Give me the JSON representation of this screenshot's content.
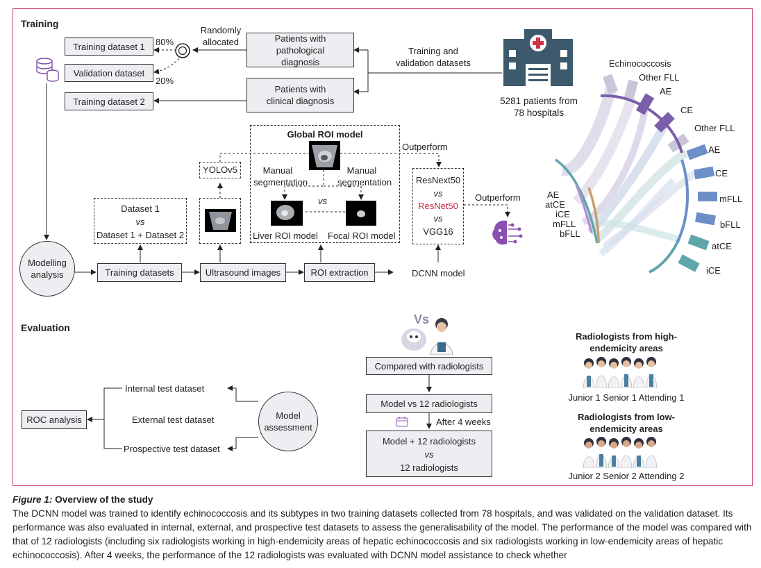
{
  "training": {
    "heading": "Training",
    "training_dataset_1": "Training dataset 1",
    "validation_dataset": "Validation dataset",
    "training_dataset_2": "Training dataset 2",
    "pct_80": "80%",
    "pct_20": "20%",
    "randomly_allocated": "Randomly allocated",
    "patients_pathological": "Patients with pathological diagnosis",
    "patients_clinical": "Patients with clinical diagnosis",
    "training_validation_datasets": "Training and validation datasets",
    "patients_count": "5281 patients from 78 hospitals",
    "global_roi_model": "Global ROI model",
    "manual_segmentation_left": "Manual segmentation",
    "manual_segmentation_right": "Manual segmentation",
    "vs_center": "vs",
    "liver_roi_model": "Liver ROI model",
    "focal_roi_model": "Focal ROI model",
    "yolo": "YOLOv5",
    "outperform_top": "Outperform",
    "outperform_right": "Outperform",
    "resnext": "ResNext50",
    "vs_1": "vs",
    "resnet": "ResNet50",
    "vs_2": "vs",
    "vgg": "VGG16",
    "dcnn_model": "DCNN model",
    "dataset_compare_line1": "Dataset 1",
    "dataset_compare_vs": "vs",
    "dataset_compare_line2": "Dataset 1 + Dataset 2",
    "modelling_analysis": "Modelling analysis",
    "training_datasets": "Training datasets",
    "ultrasound_images": "Ultrasound images",
    "roi_extraction": "ROI extraction"
  },
  "hierarchy": {
    "echinococcosis": "Echinococcosis",
    "other_fll_top": "Other FLL",
    "ae_top": "AE",
    "ce_top": "CE",
    "other_fll_mid": "Other FLL",
    "ae_right": "AE",
    "ce_right": "CE",
    "mfll_right": "mFLL",
    "bfll_right": "bFLL",
    "atce_right": "atCE",
    "ice_right": "iCE",
    "left_labels": [
      "AE",
      "atCE",
      "iCE",
      "mFLL",
      "bFLL"
    ],
    "colors": {
      "echino": "#c8c6d8",
      "purple": "#7a5ea8",
      "blue": "#6c8fc7",
      "teal": "#5fa6ab"
    }
  },
  "evaluation": {
    "heading": "Evaluation",
    "internal_test": "Internal test dataset",
    "external_test": "External test dataset",
    "prospective_test": "Prospective test dataset",
    "roc_analysis": "ROC analysis",
    "model_assessment": "Model assessment",
    "compared_with_radiologists": "Compared with radiologists",
    "model_vs_12": "Model vs 12 radiologists",
    "after_4_weeks": "After 4 weeks",
    "model_plus_12_line1": "Model + 12 radiologists",
    "model_plus_12_vs": "vs",
    "model_plus_12_line2": "12 radiologists",
    "vs_icon": "Vs",
    "high_endemicity_title": "Radiologists from high-endemicity areas",
    "high_roles": "Junior 1  Senior 1  Attending 1",
    "low_endemicity_title": "Radiologists from low-endemicity areas",
    "low_roles": "Junior 2  Senior 2  Attending 2"
  },
  "caption": {
    "figure_label": "Figure 1:",
    "figure_title": " Overview of the study",
    "text": "The DCNN model was trained to identify echinococcosis and its subtypes in two training datasets collected from 78 hospitals, and was validated on the validation dataset. Its performance was also evaluated in internal, external, and prospective test datasets to assess the generalisability of the model. The performance of the model was compared with that of 12 radiologists (including six radiologists working in high-endemicity areas of hepatic echinococcosis and six radiologists working in low-endemicity areas of hepatic echinococcosis). After 4 weeks, the performance of the 12 radiologists was evaluated with DCNN model assistance to check whether"
  }
}
